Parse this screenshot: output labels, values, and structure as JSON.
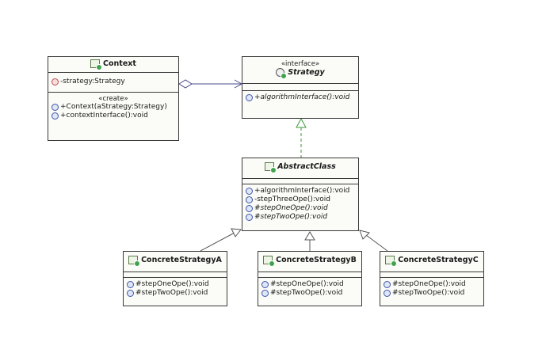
{
  "context": {
    "name": "Context",
    "attributes": [
      "-strategy:Strategy"
    ],
    "create_label": "«create»",
    "operations": [
      "+Context(aStrategy:Strategy)",
      "+contextInterface():void"
    ]
  },
  "strategy": {
    "stereotype": "«interface»",
    "name": "Strategy",
    "operations": [
      "+algorithmInterface():void"
    ]
  },
  "abstract_class": {
    "name": "AbstractClass",
    "operations": [
      {
        "text": "+algorithmInterface():void",
        "abstract": false
      },
      {
        "text": "-stepThreeOpe():void",
        "abstract": false
      },
      {
        "text": "#stepOneOpe():void",
        "abstract": true
      },
      {
        "text": "#stepTwoOpe():void",
        "abstract": true
      }
    ]
  },
  "concrete": [
    {
      "name": "ConcreteStrategyA",
      "operations": [
        "#stepOneOpe():void",
        "#stepTwoOpe():void"
      ]
    },
    {
      "name": "ConcreteStrategyB",
      "operations": [
        "#stepOneOpe():void",
        "#stepTwoOpe():void"
      ]
    },
    {
      "name": "ConcreteStrategyC",
      "operations": [
        "#stepOneOpe():void",
        "#stepTwoOpe():void"
      ]
    }
  ],
  "relations": [
    {
      "from": "Context",
      "to": "Strategy",
      "type": "aggregation"
    },
    {
      "from": "AbstractClass",
      "to": "Strategy",
      "type": "realization"
    },
    {
      "from": "ConcreteStrategyA",
      "to": "AbstractClass",
      "type": "generalization"
    },
    {
      "from": "ConcreteStrategyB",
      "to": "AbstractClass",
      "type": "generalization"
    },
    {
      "from": "ConcreteStrategyC",
      "to": "AbstractClass",
      "type": "generalization"
    }
  ]
}
